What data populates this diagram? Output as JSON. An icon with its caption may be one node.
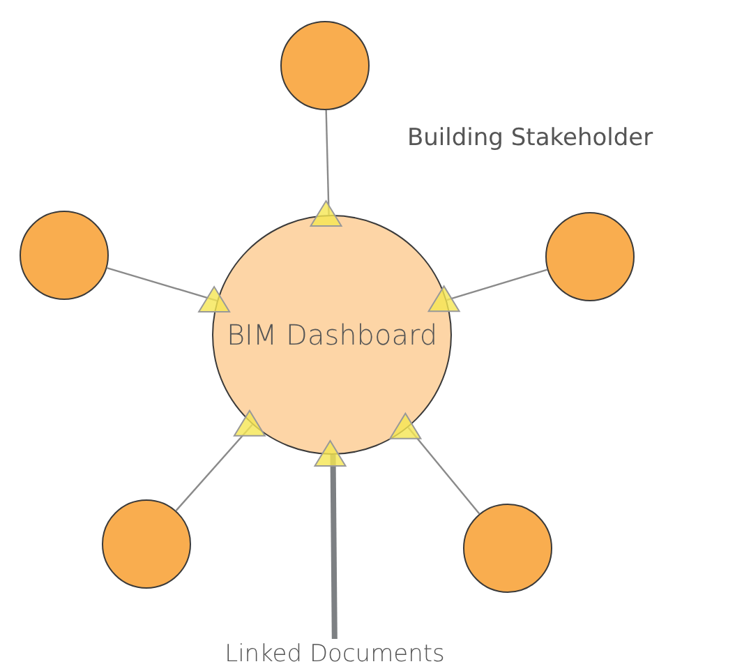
{
  "diagram": {
    "nodes": [
      {
        "text": [
          "BIM Dashboard"
        ]
      },
      {
        "text": [],
        "shape": "circle"
      },
      {
        "text": [],
        "shape": "circle"
      },
      {
        "text": [],
        "shape": "circle",
        "beside": [
          "Building Stakeholder"
        ]
      },
      {
        "text": [],
        "shape": "circle"
      },
      {
        "text": [],
        "shape": "circle"
      },
      {
        "text": [
          "Linked Documents"
        ]
      }
    ],
    "edges": [
      {
        "from": 1,
        "to": 0,
        "arrow": "other"
      },
      {
        "from": 2,
        "to": 0,
        "arrow": "other"
      },
      {
        "from": 3,
        "to": 0,
        "arrow": "other"
      },
      {
        "from": 4,
        "to": 0,
        "arrow": "other"
      },
      {
        "from": 5,
        "to": 0,
        "arrow": "other"
      },
      {
        "from": 6,
        "to": 0,
        "arrow": "other",
        "style": "thick"
      }
    ]
  }
}
